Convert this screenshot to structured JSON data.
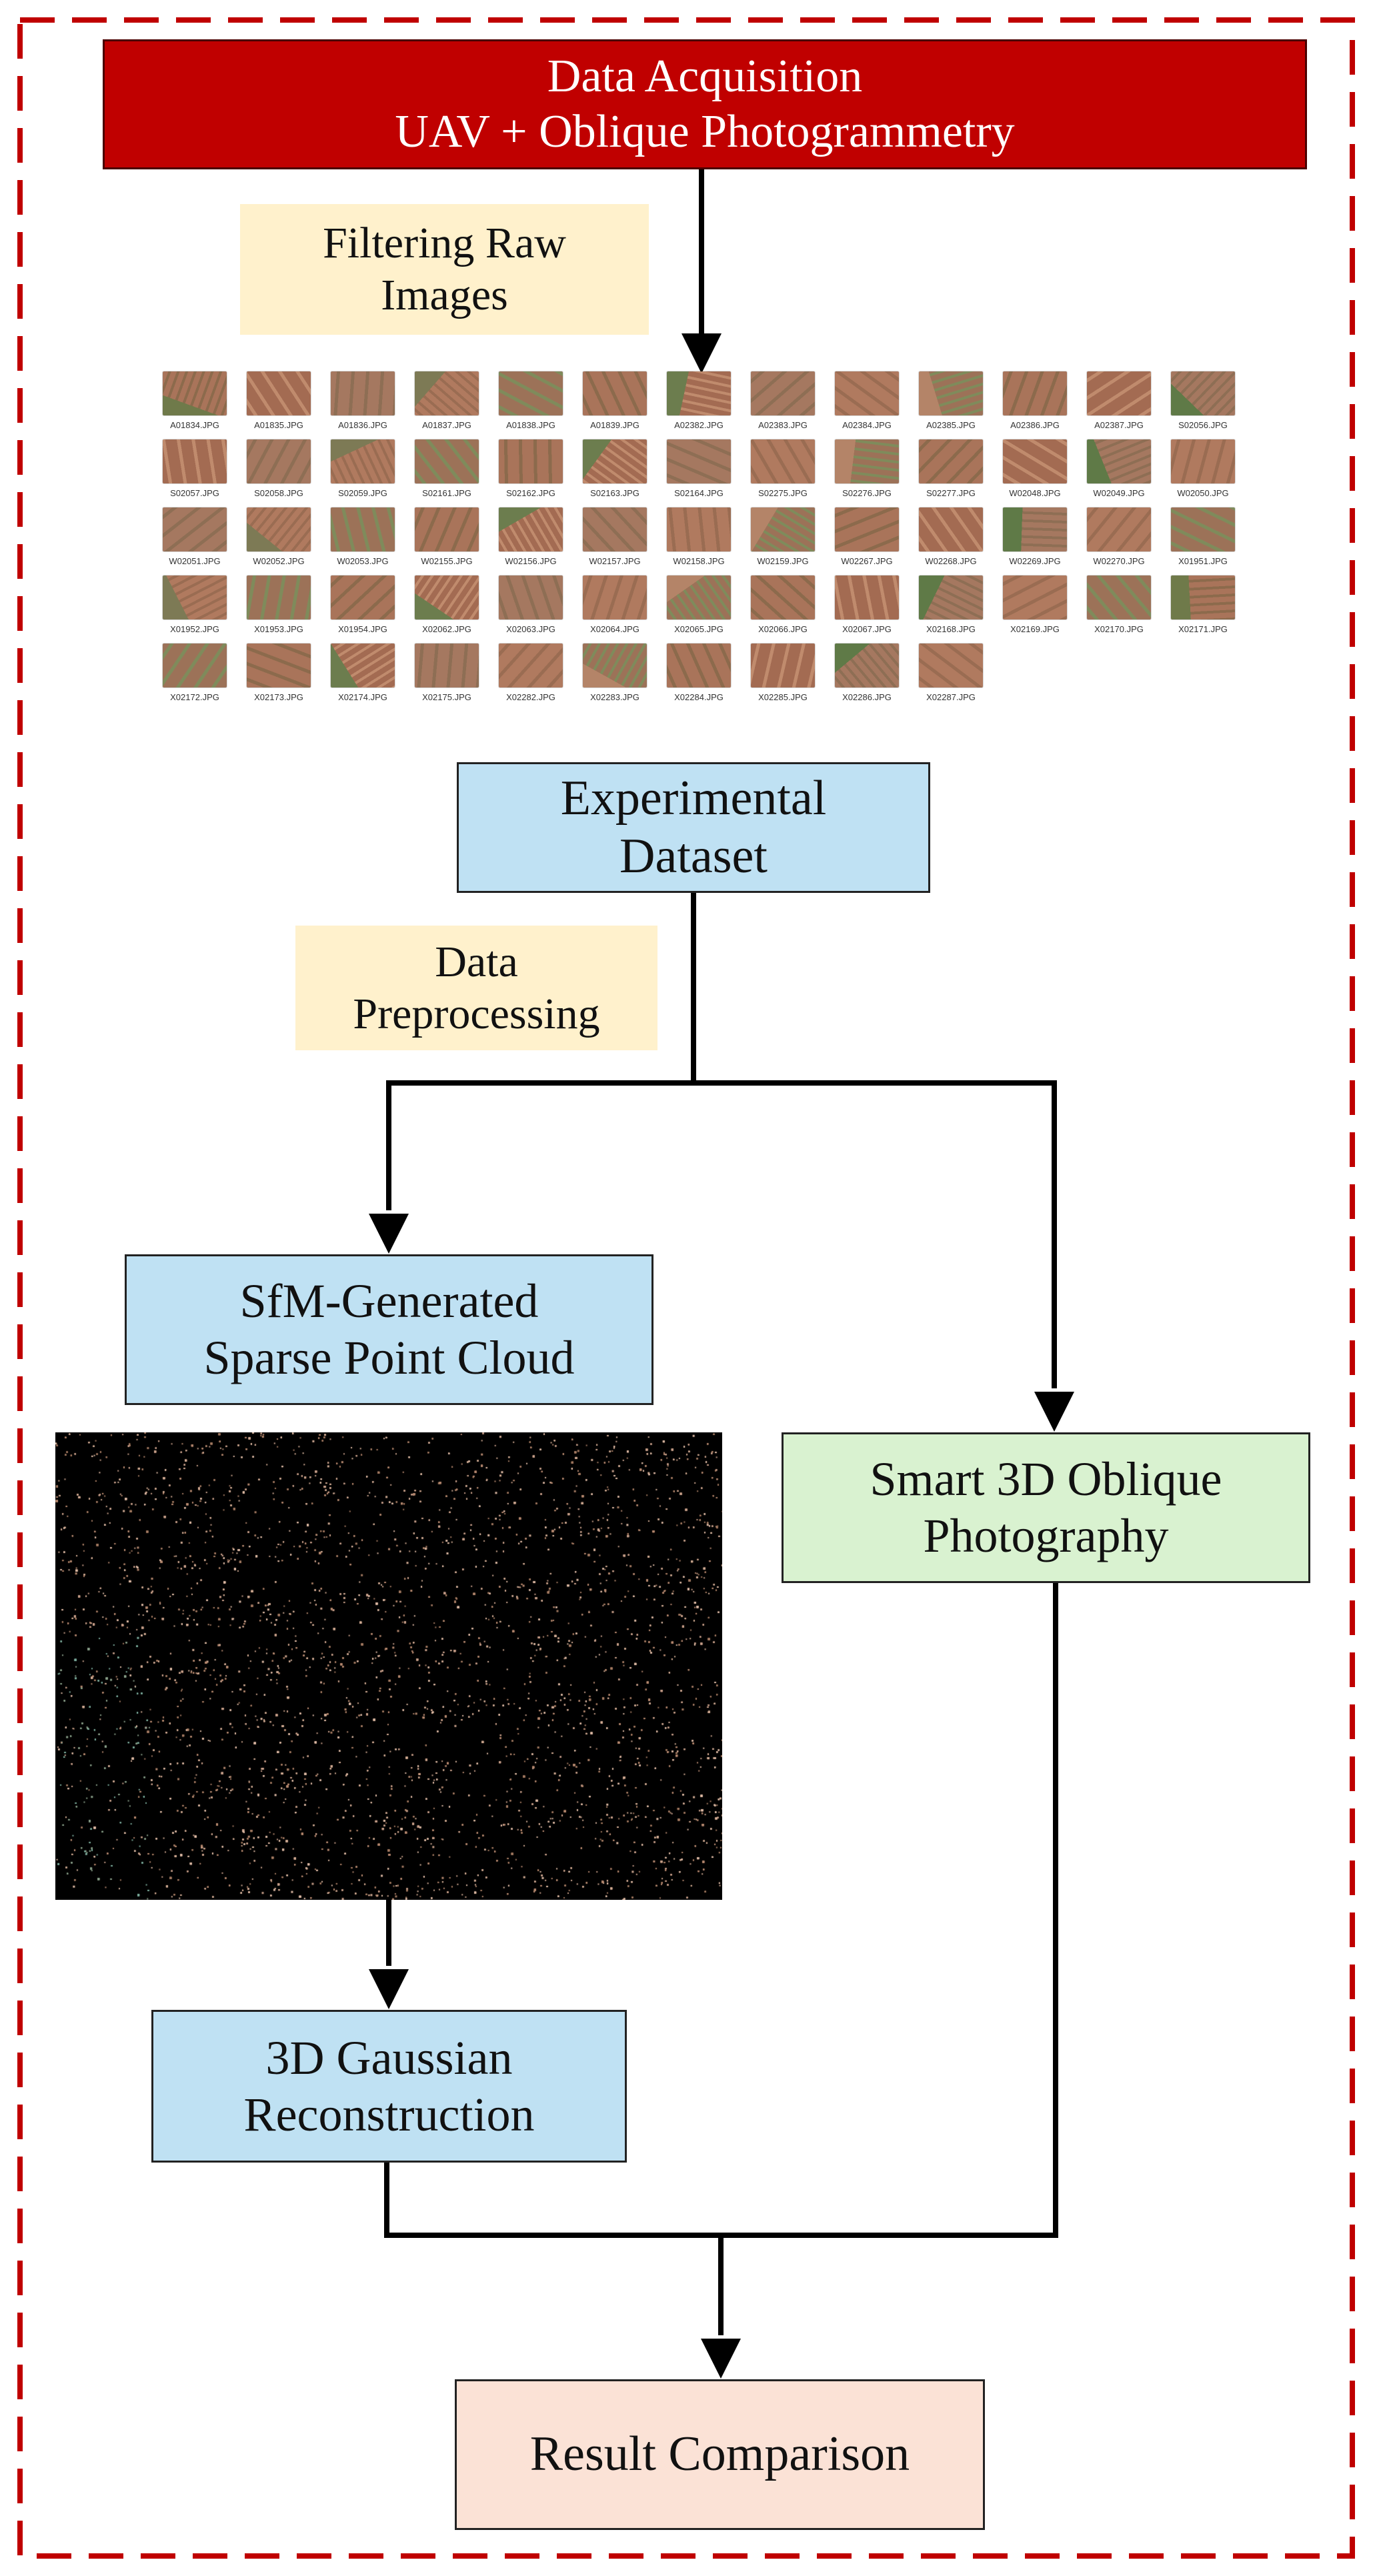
{
  "acquisition": {
    "line1": "Data Acquisition",
    "line2": "UAV + Oblique Photogrammetry"
  },
  "filtering": {
    "line1": "Filtering Raw",
    "line2": "Images"
  },
  "raw_images": [
    "A01834.JPG",
    "A01835.JPG",
    "A01836.JPG",
    "A01837.JPG",
    "A01838.JPG",
    "A01839.JPG",
    "A02382.JPG",
    "A02383.JPG",
    "A02384.JPG",
    "A02385.JPG",
    "A02386.JPG",
    "A02387.JPG",
    "S02056.JPG",
    "S02057.JPG",
    "S02058.JPG",
    "S02059.JPG",
    "S02161.JPG",
    "S02162.JPG",
    "S02163.JPG",
    "S02164.JPG",
    "S02275.JPG",
    "S02276.JPG",
    "S02277.JPG",
    "W02048.JPG",
    "W02049.JPG",
    "W02050.JPG",
    "W02051.JPG",
    "W02052.JPG",
    "W02053.JPG",
    "W02155.JPG",
    "W02156.JPG",
    "W02157.JPG",
    "W02158.JPG",
    "W02159.JPG",
    "W02267.JPG",
    "W02268.JPG",
    "W02269.JPG",
    "W02270.JPG",
    "X01951.JPG",
    "X01952.JPG",
    "X01953.JPG",
    "X01954.JPG",
    "X02062.JPG",
    "X02063.JPG",
    "X02064.JPG",
    "X02065.JPG",
    "X02066.JPG",
    "X02067.JPG",
    "X02168.JPG",
    "X02169.JPG",
    "X02170.JPG",
    "X02171.JPG",
    "X02172.JPG",
    "X02173.JPG",
    "X02174.JPG",
    "X02175.JPG",
    "X02282.JPG",
    "X02283.JPG",
    "X02284.JPG",
    "X02285.JPG",
    "X02286.JPG",
    "X02287.JPG"
  ],
  "dataset": {
    "line1": "Experimental",
    "line2": "Dataset"
  },
  "preprocessing": {
    "line1": "Data",
    "line2": "Preprocessing"
  },
  "sfm": {
    "line1": "SfM-Generated",
    "line2": "Sparse Point Cloud"
  },
  "smart3d": {
    "line1": "Smart 3D Oblique",
    "line2": "Photography"
  },
  "gaussian": {
    "line1": "3D Gaussian",
    "line2": "Reconstruction"
  },
  "result": {
    "label": "Result Comparison"
  },
  "colors": {
    "frame_dash": "#c00000",
    "acquisition_fill": "#c00000",
    "label_fill": "#fff1cc",
    "blue_fill": "#bfe1f3",
    "green_fill": "#d9f2d0",
    "result_fill": "#fbe2d6",
    "arrow": "#000000"
  }
}
